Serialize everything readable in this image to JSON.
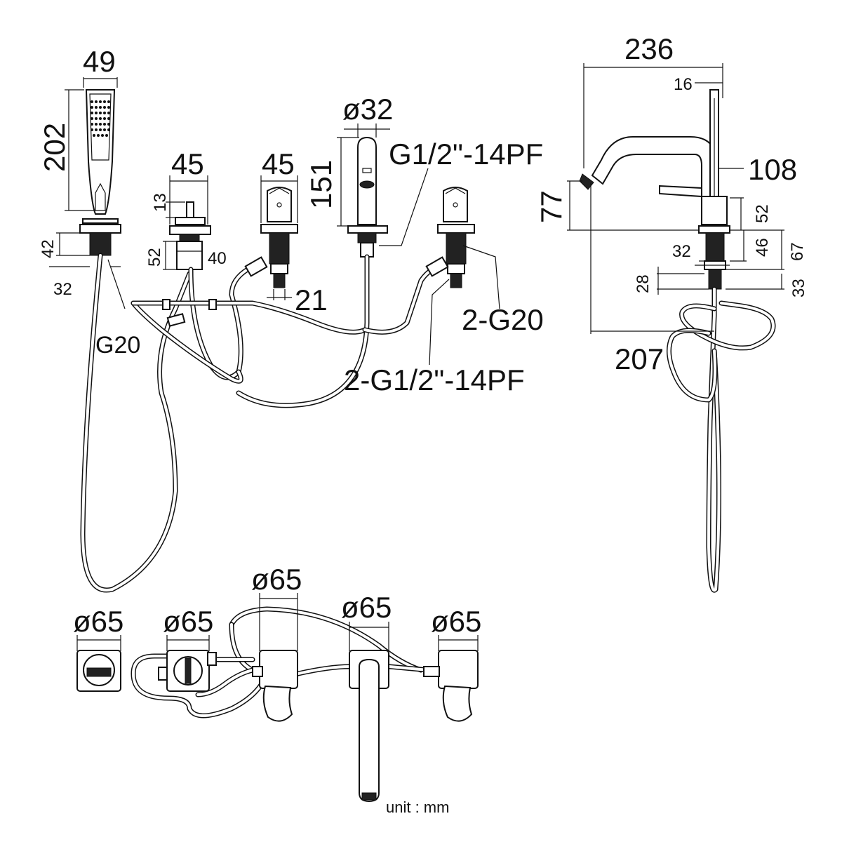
{
  "dimensions": {
    "handshower_width": "49",
    "handshower_height": "202",
    "handshower_base_height": "42",
    "handshower_thread_width": "32",
    "handshower_connection": "G20",
    "diverter_width": "45",
    "diverter_stem_height": "13",
    "diverter_body_height": "52",
    "diverter_body_width": "40",
    "valve_width": "45",
    "valve_thread_width": "21",
    "spout_diameter": "ø32",
    "spout_height": "151",
    "spout_thread": "G1/2\"-14PF",
    "valve_connection": "2-G20",
    "valve_thread": "2-G1/2\"-14PF",
    "side_total_width": "236",
    "side_handle_width": "16",
    "side_spout_offset": "108",
    "side_outlet_height": "77",
    "side_body_height": "52",
    "side_thread_width": "32",
    "side_thread_height": "46",
    "side_total_below": "67",
    "side_nut_height": "28",
    "side_nut_width": "33",
    "side_reach": "207",
    "plan_diameter_1": "ø65",
    "plan_diameter_2": "ø65",
    "plan_diameter_3": "ø65",
    "plan_diameter_4": "ø65",
    "plan_diameter_5": "ø65"
  },
  "unit_label": "unit : mm"
}
